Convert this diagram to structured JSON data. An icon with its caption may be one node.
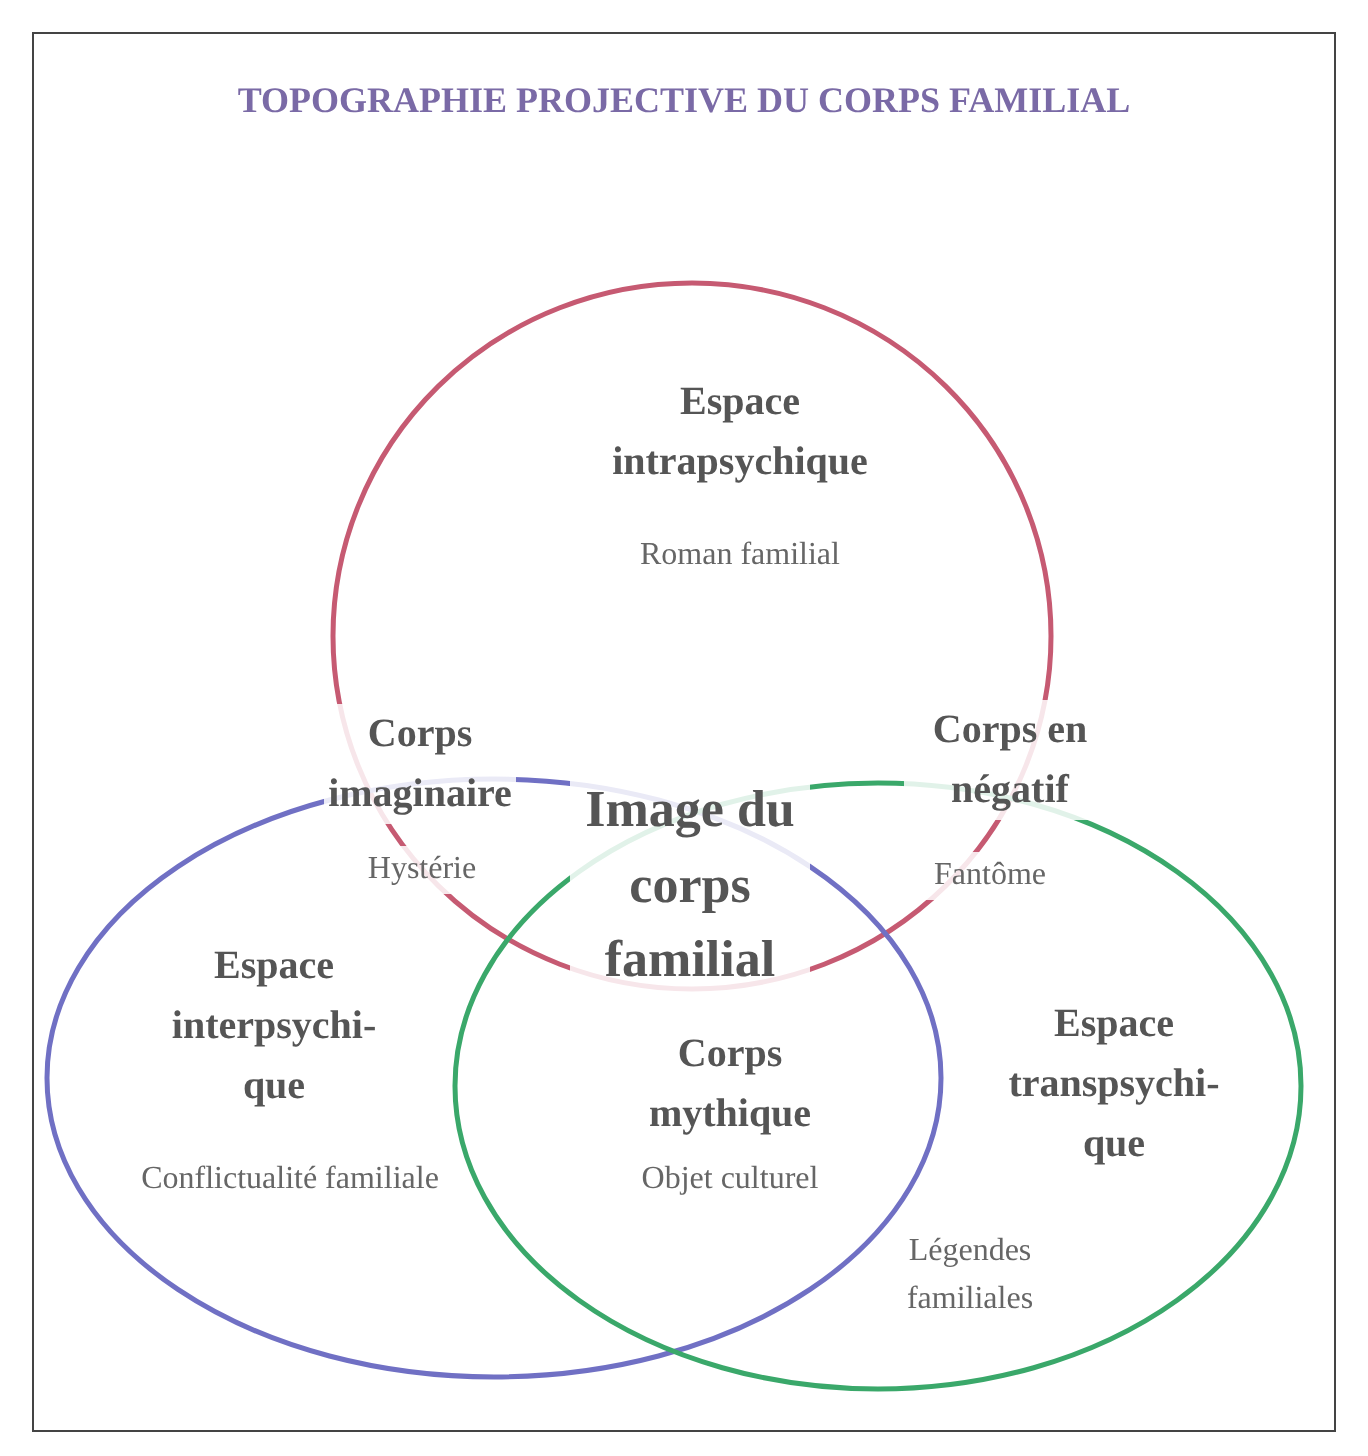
{
  "diagram": {
    "title": "TOPOGRAPHIE PROJECTIVE DU CORPS FAMILIAL",
    "nodes": [
      {
        "text": [
          "Espace intrapsychique",
          "Roman familial"
        ]
      },
      {
        "text": [
          "Espace interpsychi-que",
          "Conflictualité familiale"
        ]
      },
      {
        "text": [
          "Espace transpsychi-que",
          "Légendes familiales"
        ]
      }
    ],
    "labels": [
      "Corps imaginaire",
      "Hystérie",
      "Corps en négatif",
      "Image du corps familial",
      "Fantôme",
      "Corps mythique",
      "Objet culturel"
    ]
  }
}
